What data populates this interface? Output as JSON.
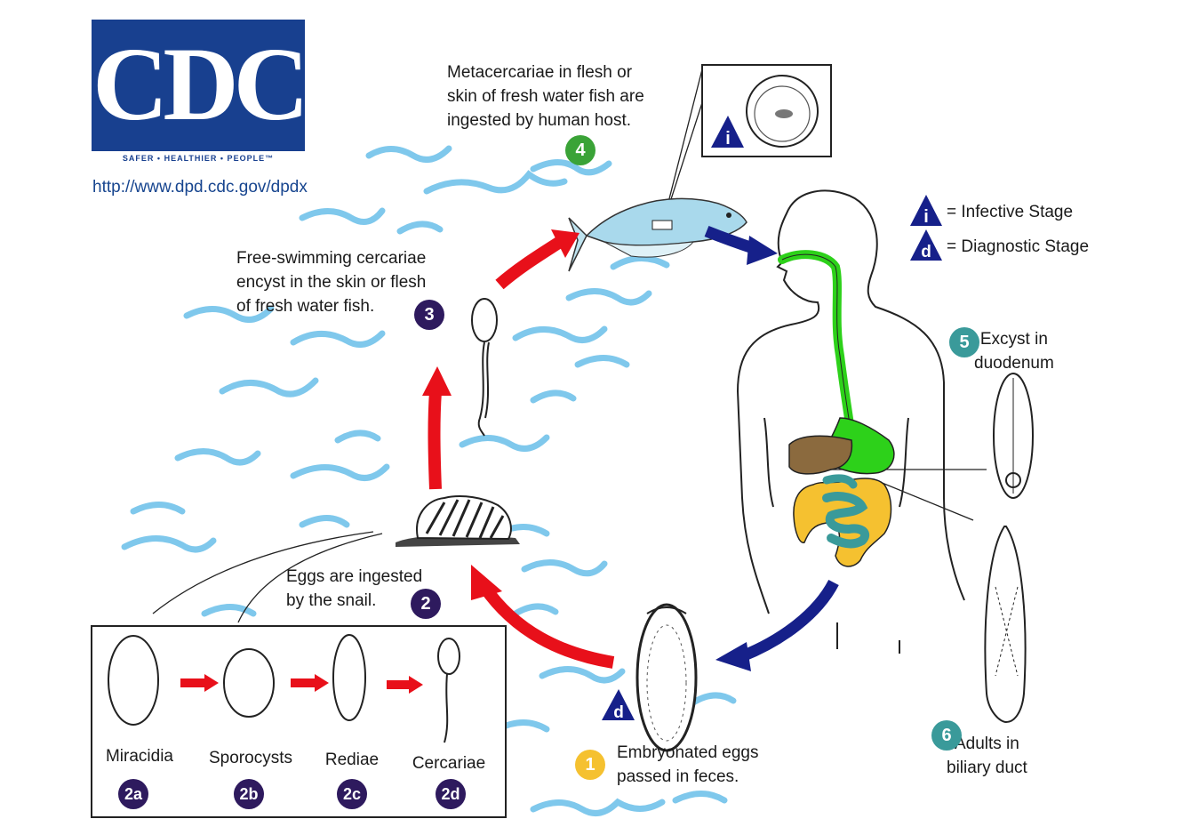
{
  "logo": {
    "letters": "CDC",
    "tagline": "SAFER • HEALTHIER • PEOPLE™",
    "url": "http://www.dpd.cdc.gov/dpdx",
    "color": "#18408f"
  },
  "legend": {
    "infective_symbol": "i",
    "infective_label": "= Infective Stage",
    "diagnostic_symbol": "d",
    "diagnostic_label": "= Diagnostic Stage"
  },
  "stages": {
    "s1": {
      "badge": "1",
      "text": "Embryonated eggs\npassed in feces.",
      "color": "#f5c130"
    },
    "s2": {
      "badge": "2",
      "text": "Eggs are ingested\nby the snail.",
      "color": "#2e1a5e"
    },
    "s3": {
      "badge": "3",
      "text": "Free-swimming cercariae\nencyst in the skin or flesh\nof fresh water fish.",
      "color": "#2e1a5e"
    },
    "s4": {
      "badge": "4",
      "text": "Metacercariae in flesh or\nskin of fresh water fish are\ningested by human host.",
      "color": "#3aa337"
    },
    "s5": {
      "badge": "5",
      "text": "Excyst in\nduodenum",
      "color": "#3a9a9a"
    },
    "s6": {
      "badge": "6",
      "text": "Adults in\nbiliary duct",
      "color": "#3a9a9a"
    }
  },
  "substages": [
    {
      "label": "Miracidia",
      "badge": "2a"
    },
    {
      "label": "Sporocysts",
      "badge": "2b"
    },
    {
      "label": "Rediae",
      "badge": "2c"
    },
    {
      "label": "Cercariae",
      "badge": "2d"
    }
  ],
  "colors": {
    "water": "#7fc8ec",
    "red_arrow": "#e8101a",
    "blue_arrow": "#16208a",
    "gut_green": "#2dd11a",
    "liver_brown": "#8b6a3e",
    "colon_yellow": "#f5c130",
    "small_intestine_teal": "#3a9a9a",
    "marker_blue": "#16208a"
  }
}
